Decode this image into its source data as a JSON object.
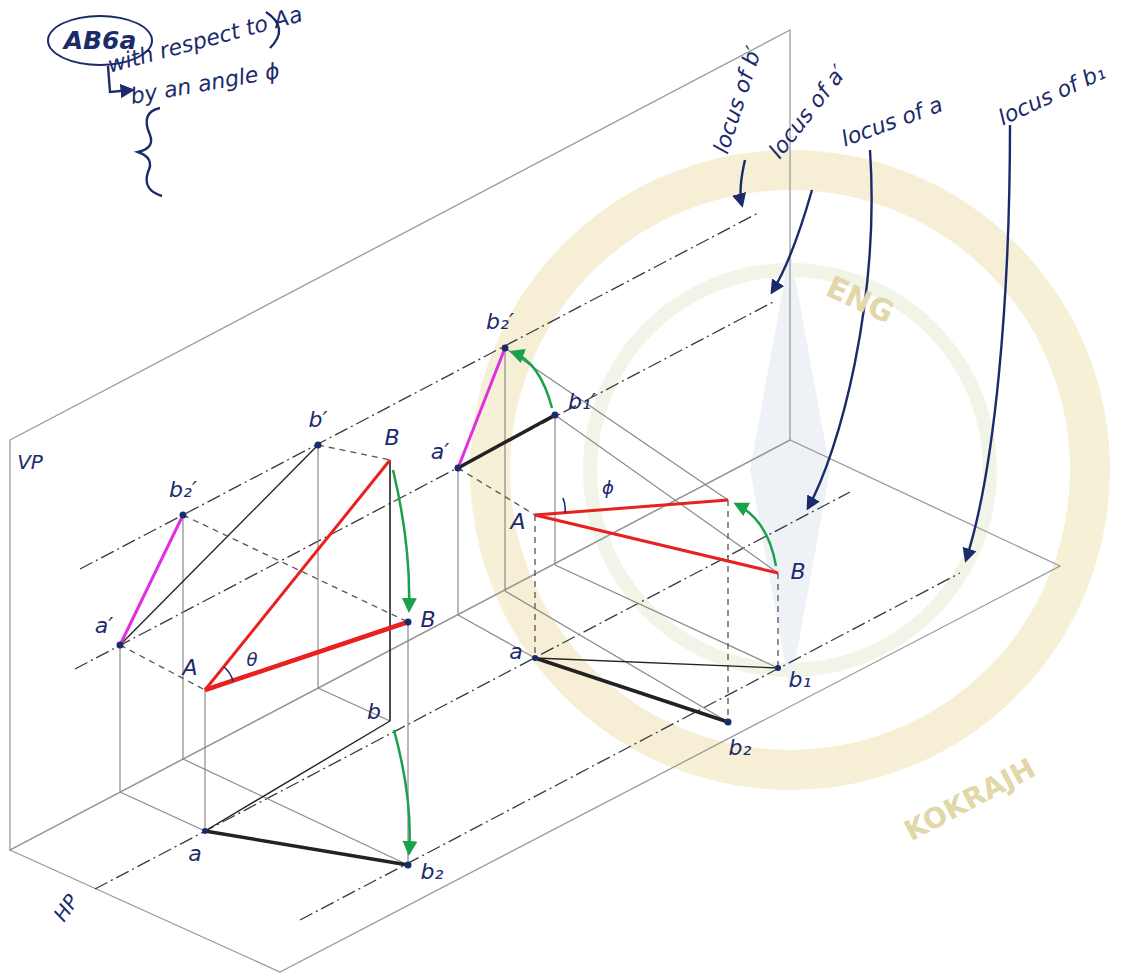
{
  "diagram": {
    "nodes": [
      {
        "text": [
          "AB6a"
        ]
      }
    ],
    "labels": [
      "with respect to Aa",
      "by an angle ϕ",
      "locus of b′",
      "locus of a′",
      "locus of a",
      "locus of b₁",
      "VP",
      "HP",
      "b₂′",
      "a′",
      "A",
      "θ",
      "b′",
      "B",
      "B",
      "b",
      "a",
      "b₂",
      "b₂′",
      "b₁′",
      "a′",
      "A",
      "ϕ",
      "B",
      "a",
      "b₁",
      "b₂",
      "ENG",
      "KOKRAJH"
    ]
  }
}
